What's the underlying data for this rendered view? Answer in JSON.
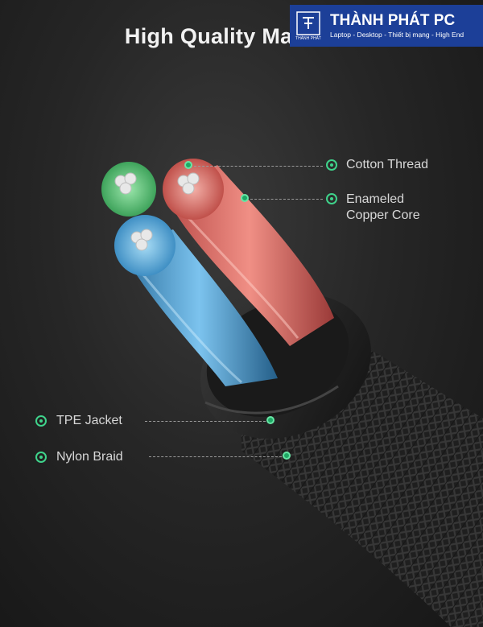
{
  "title": "High Quality Materials",
  "brand": {
    "name": "THÀNH PHÁT PC",
    "tagline": "Laptop - Desktop - Thiết bị mạng - High End",
    "logo_caption": "THÀNH PHÁT",
    "color": "#1c3f98"
  },
  "callouts": {
    "cotton_thread": "Cotton Thread",
    "copper_core_line1": "Enameled",
    "copper_core_line2": "Copper Core",
    "tpe_jacket": "TPE Jacket",
    "nylon_braid": "Nylon Braid"
  },
  "colors": {
    "accent_green": "#3fd38b",
    "wire_red": "#d8665f",
    "wire_blue": "#4ea3d4",
    "wire_green": "#55c275"
  }
}
